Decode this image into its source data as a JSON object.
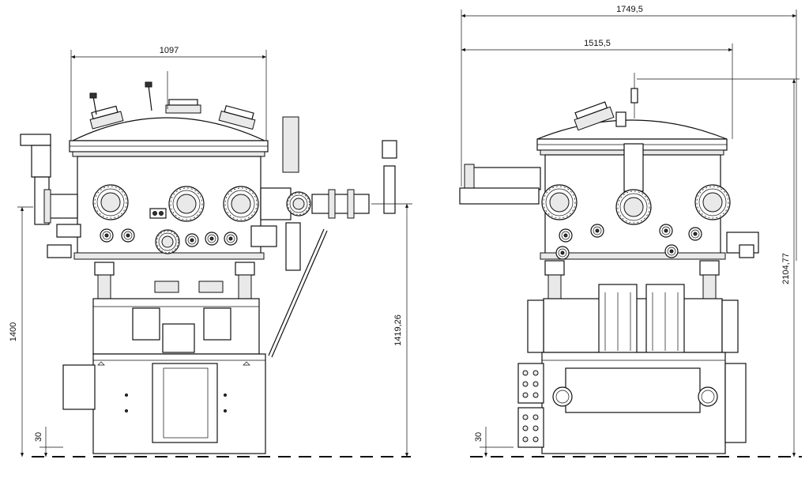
{
  "dimensions": {
    "front_width": "1097",
    "front_height": "1400",
    "front_floor_offset": "30",
    "front_arm_height": "1419,26",
    "side_total_width": "1749,5",
    "side_inner_width": "1515,5",
    "side_total_height": "2104,77",
    "side_floor_offset": "30"
  }
}
